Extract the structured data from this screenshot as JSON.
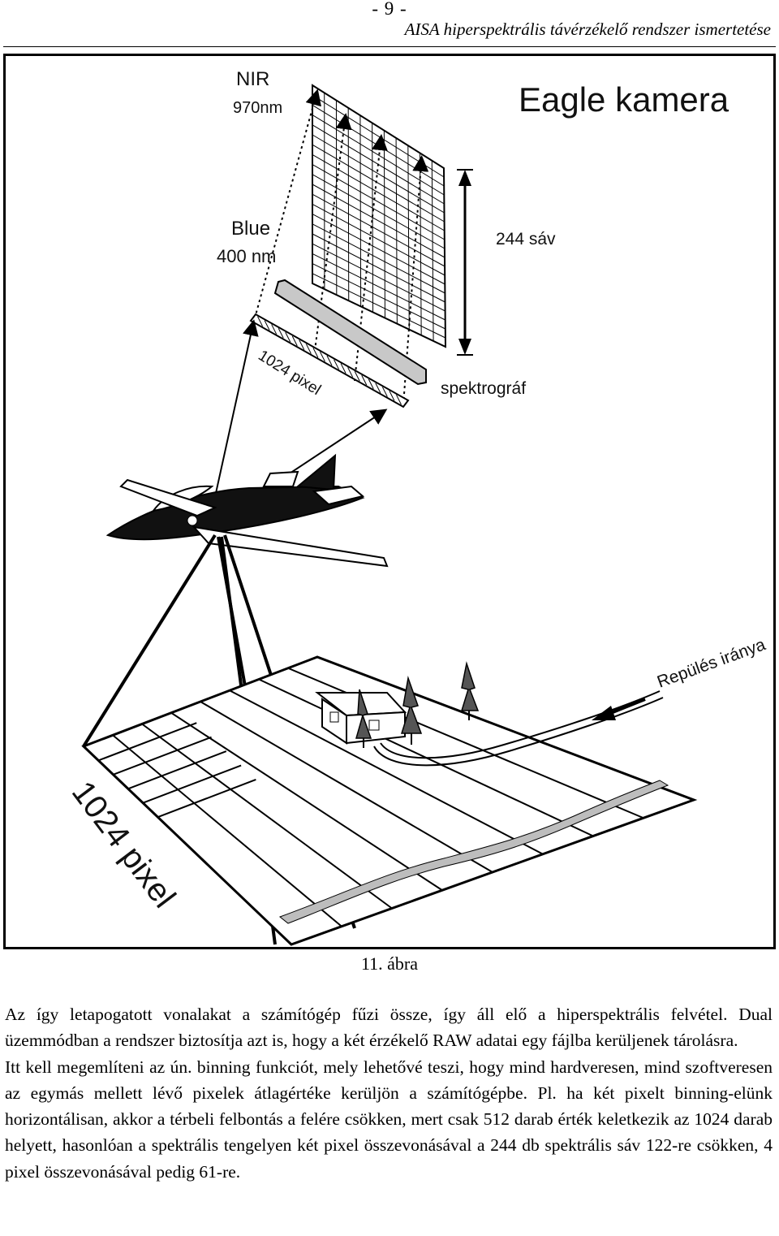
{
  "header": {
    "page_number": "- 9 -",
    "running_title": "AISA hiperspektrális távérzékelő rendszer ismertetése"
  },
  "figure": {
    "title": "Eagle kamera",
    "nir_label": "NIR",
    "nir_wavelength": "970nm",
    "blue_label": "Blue",
    "blue_wavelength": "400 nm",
    "bands_label": "244 sáv",
    "detector_pixels_label": "1024 pixel",
    "spectrograph_label": "spektrográf",
    "flight_direction_label": "Repülés iránya",
    "ground_pixels_label": "1024 pixel"
  },
  "caption": "11. ábra",
  "paragraphs": [
    "Az így letapogatott vonalakat a számítógép fűzi össze, így áll elő a hiperspektrális felvétel. Dual üzemmódban a rendszer biztosítja azt is, hogy a két érzékelő RAW adatai egy fájlba kerüljenek tárolásra.",
    "Itt kell megemlíteni az ún. binning funkciót, mely lehetővé teszi, hogy mind hardveresen, mind szoftveresen az egymás mellett lévő pixelek átlagértéke kerüljön a számítógépbe. Pl. ha két pixelt binning-elünk horizontálisan, akkor a térbeli felbontás a felére csökken, mert csak 512 darab érték keletkezik az 1024 darab helyett, hasonlóan a spektrális tengelyen két pixel összevonásával a 244 db spektrális sáv 122-re csökken, 4 pixel összevonásával pedig 61-re."
  ]
}
